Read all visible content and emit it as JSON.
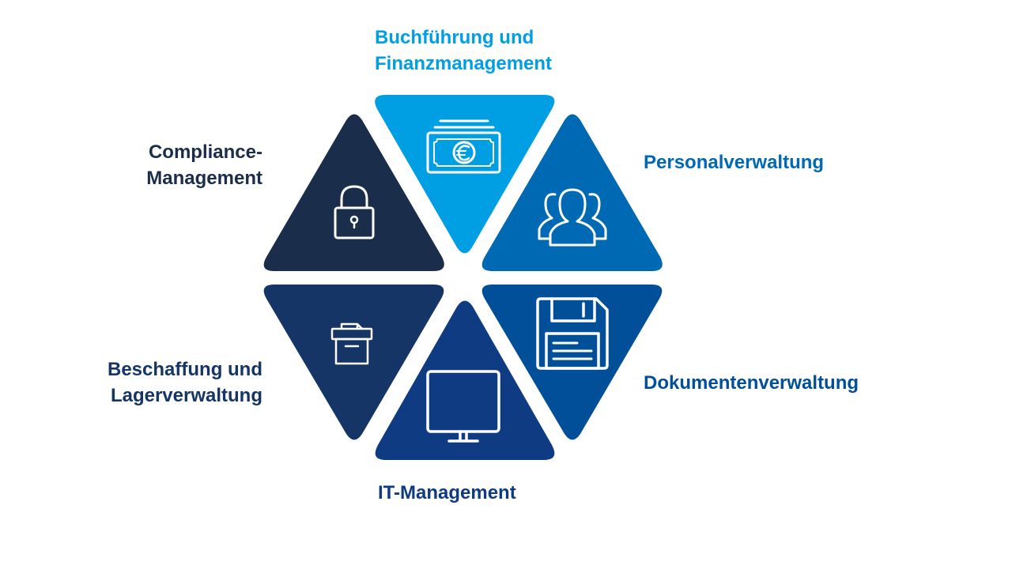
{
  "colors": {
    "finance": "#009fe3",
    "hr": "#0069b4",
    "documents": "#004f98",
    "it": "#0f3b82",
    "procurement": "#143566",
    "compliance": "#1a2d4b",
    "icon_stroke": "#ffffff"
  },
  "segments": {
    "finance": {
      "line1": "Buchführung und",
      "line2": "Finanzmanagement",
      "icon": "banknote-euro-icon"
    },
    "hr": {
      "line1": "Personalverwaltung",
      "icon": "users-group-icon"
    },
    "documents": {
      "line1": "Dokumentenverwaltung",
      "icon": "floppy-disk-icon"
    },
    "it": {
      "line1": "IT-Management",
      "icon": "monitor-icon"
    },
    "procurement": {
      "line1": "Beschaffung und",
      "line2": "Lagerverwaltung",
      "icon": "archive-box-icon"
    },
    "compliance": {
      "line1": "Compliance-",
      "line2": "Management",
      "icon": "padlock-icon"
    }
  }
}
